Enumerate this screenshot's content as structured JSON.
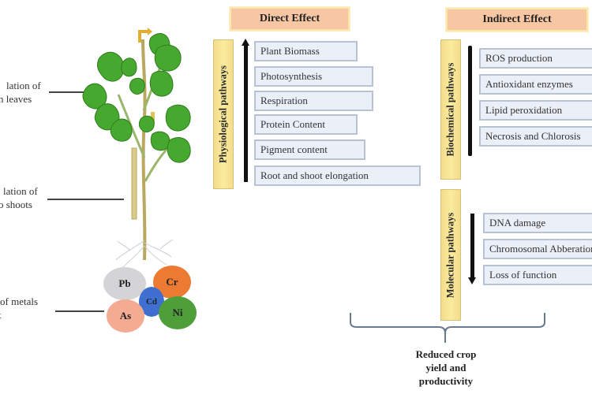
{
  "left_labels": [
    {
      "line1": "lation of",
      "line2": "n leaves"
    },
    {
      "line1": "lation of",
      "line2": "o shoots"
    },
    {
      "line1": "of metals",
      "line2": "t"
    }
  ],
  "metals": [
    {
      "symbol": "Pb",
      "color": "#d4d4d6"
    },
    {
      "symbol": "Cr",
      "color": "#ed7a32"
    },
    {
      "symbol": "Cd",
      "color": "#3f6fd1"
    },
    {
      "symbol": "As",
      "color": "#f4ab92"
    },
    {
      "symbol": "Ni",
      "color": "#4e9e3a"
    }
  ],
  "direct": {
    "header": "Direct Effect",
    "pathway": "Physiological pathways",
    "items": [
      "Plant Biomass",
      "Photosynthesis",
      "Respiration",
      "Protein Content",
      "Pigment content",
      "Root and shoot elongation"
    ]
  },
  "indirect": {
    "header": "Indirect Effect",
    "biochemical": {
      "pathway": "Biochemical pathways",
      "items": [
        "ROS production",
        "Antioxidant enzymes",
        "Lipid peroxidation",
        "Necrosis and Chlorosis"
      ]
    },
    "molecular": {
      "pathway": "Molecular pathways",
      "items": [
        "DNA damage",
        "Chromosomal Abberations",
        "Loss of function"
      ]
    }
  },
  "result": {
    "line1": "Reduced crop",
    "line2": "yield and",
    "line3": "productivity"
  },
  "colors": {
    "header_fill": "#f7c7a4",
    "pathway_fill": "#fbec9e",
    "item_fill": "#eaeff8",
    "item_border": "#b9c2d3",
    "leaf_green": "#3f9a2c"
  }
}
